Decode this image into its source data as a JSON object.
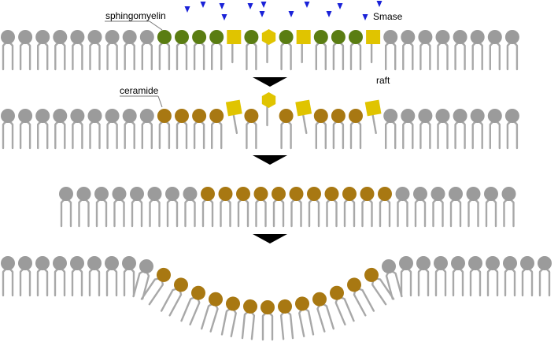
{
  "labels": {
    "sphingomyelin": "sphingomyelin",
    "smase": "Smase",
    "raft": "raft",
    "ceramide": "ceramide"
  },
  "colors": {
    "lipid_gray": "#9b9b9b",
    "tail_gray": "#a8a8a8",
    "sphingomyelin_green": "#5a7d12",
    "ceramide_brown": "#a87812",
    "cholesterol_yellow": "#e0c400",
    "smase_blue": "#1a22d8",
    "arrow_black": "#000000"
  },
  "icons": {
    "lipid": "circle-head-lipid-icon",
    "cholesterol_square": "square-head-cholesterol-icon",
    "cholesterol_hexagon": "hexagon-head-cholesterol-icon",
    "enzyme": "smase-enzyme-icon",
    "step_arrow": "down-triangle-arrow-icon"
  },
  "stages": [
    {
      "name": "sphingomyelin-raft",
      "lipids": [
        "gray",
        "gray",
        "gray",
        "gray",
        "gray",
        "gray",
        "gray",
        "gray",
        "gray",
        "green",
        "green",
        "green",
        "green",
        "yellow-square",
        "green",
        "yellow-hexagon",
        "green",
        "yellow-square",
        "green",
        "green",
        "green",
        "yellow-square",
        "gray",
        "gray",
        "gray",
        "gray",
        "gray",
        "gray",
        "gray",
        "gray"
      ]
    },
    {
      "name": "ceramide-formation",
      "lipids": [
        "gray",
        "gray",
        "gray",
        "gray",
        "gray",
        "gray",
        "gray",
        "gray",
        "gray",
        "brown",
        "brown",
        "brown",
        "brown",
        "yellow-square",
        "brown",
        "yellow-hexagon",
        "brown",
        "yellow-square",
        "brown",
        "brown",
        "brown",
        "yellow-square",
        "gray",
        "gray",
        "gray",
        "gray",
        "gray",
        "gray",
        "gray",
        "gray"
      ]
    },
    {
      "name": "ceramide-domain",
      "lipids": [
        "gray",
        "gray",
        "gray",
        "gray",
        "gray",
        "gray",
        "gray",
        "gray",
        "brown",
        "brown",
        "brown",
        "brown",
        "brown",
        "brown",
        "brown",
        "brown",
        "brown",
        "brown",
        "brown",
        "gray",
        "gray",
        "gray",
        "gray",
        "gray",
        "gray",
        "gray"
      ]
    },
    {
      "name": "membrane-curvature",
      "lipids": [
        "gray",
        "gray",
        "gray",
        "gray",
        "gray",
        "gray",
        "gray",
        "gray",
        "gray",
        "brown",
        "brown",
        "brown",
        "brown",
        "brown",
        "brown",
        "brown",
        "brown",
        "brown",
        "brown",
        "brown",
        "brown",
        "brown",
        "gray",
        "gray",
        "gray",
        "gray",
        "gray",
        "gray",
        "gray",
        "gray",
        "gray",
        "gray"
      ]
    }
  ]
}
